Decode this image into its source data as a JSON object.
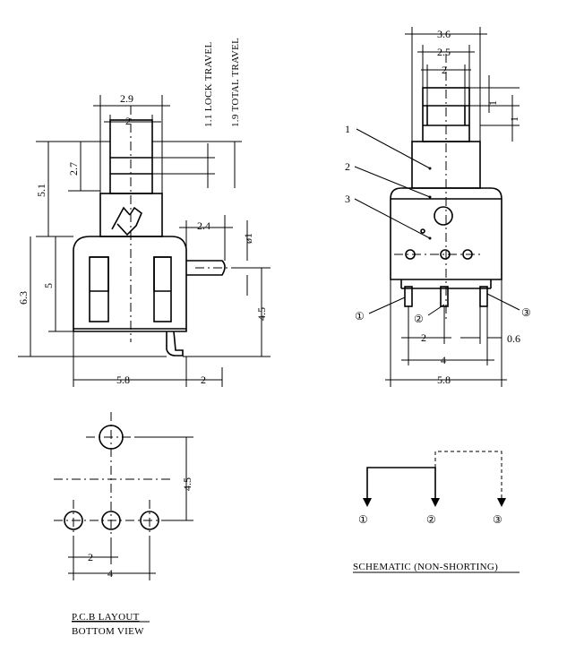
{
  "side_view": {
    "dims": {
      "top_width": "2.9",
      "top_inner": "2",
      "lock_travel": "1.1 LOCK TRAVEL",
      "total_travel": "1.9 TOTAL TRAVEL",
      "h_5_1": "5.1",
      "h_2_7": "2.7",
      "h_6_3": "6.3",
      "h_5": "5",
      "pin_len": "2.4",
      "pin_dia": "ø1",
      "pin_height": "4.5",
      "body_width": "5.8",
      "pin_offset": "2"
    }
  },
  "front_view": {
    "dims": {
      "w_3_6": "3.6",
      "w_2_5": "2.5",
      "w_2": "2",
      "h_1a": "1",
      "h_1b": "1",
      "pin_pitch": "2",
      "pin_w": "0.6",
      "span_4": "4",
      "total_5_8": "5.8"
    },
    "callouts": [
      "1",
      "2",
      "3"
    ],
    "pins": [
      "①",
      "②",
      "③"
    ]
  },
  "pcb": {
    "dims": {
      "h_4_5": "4.5",
      "pitch": "2",
      "span": "4"
    },
    "title_line1": "P.C.B LAYOUT",
    "title_line2": "BOTTOM VIEW"
  },
  "schematic": {
    "pins": [
      "①",
      "②",
      "③"
    ],
    "title": "SCHEMATIC (NON-SHORTING)"
  }
}
